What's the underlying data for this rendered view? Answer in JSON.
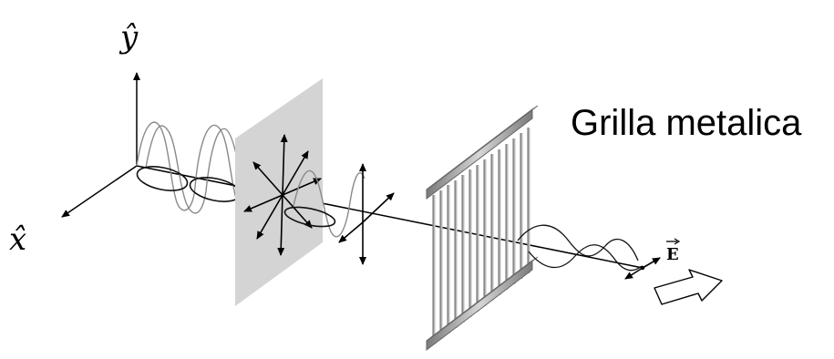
{
  "labels": {
    "y_axis": "ŷ",
    "x_axis": "x̂",
    "grid_title": "Grilla metalica",
    "field": "E"
  },
  "colors": {
    "polarizer_plate": "#d4d4d4",
    "grid_frame": "#9c9c9c",
    "wave_unpolarized": "#8a8a8a",
    "ink": "#000000"
  }
}
